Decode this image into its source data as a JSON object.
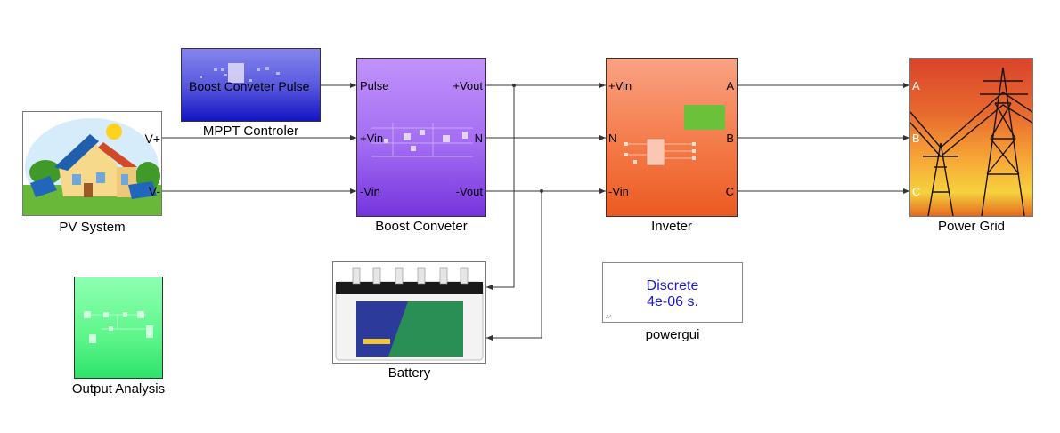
{
  "blocks": {
    "pv": {
      "label": "PV System",
      "ports": {
        "vpos": "V+",
        "vneg": "V-"
      }
    },
    "mppt": {
      "label": "MPPT Controler",
      "inner_text": "Boost Conveter Pulse"
    },
    "boost": {
      "label": "Boost Conveter",
      "ports": {
        "pulse": "Pulse",
        "vin_pos": "+Vin",
        "vin_neg": "-Vin",
        "vout_pos": "+Vout",
        "n": "N",
        "vout_neg": "-Vout"
      }
    },
    "inverter": {
      "label": "Inveter",
      "ports": {
        "vin_pos": "+Vin",
        "n": "N",
        "vin_neg": "-Vin",
        "a": "A",
        "b": "B",
        "c": "C"
      }
    },
    "grid": {
      "label": "Power Grid",
      "ports": {
        "a": "A",
        "b": "B",
        "c": "C"
      }
    },
    "battery": {
      "label": "Battery"
    },
    "powergui": {
      "label": "powergui",
      "line1": "Discrete",
      "line2": "4e-06 s."
    },
    "output": {
      "label": "Output Analysis"
    }
  },
  "colors": {
    "mppt_fill": "#3b3bd8",
    "boost_fill": "#a569f0",
    "inverter_fill": "#f47a48",
    "output_fill": "#5df58a",
    "powergui_text": "#1a1acc",
    "wire": "#333333"
  },
  "icons": [
    "pv-house-icon",
    "battery-icon",
    "power-grid-icon"
  ]
}
